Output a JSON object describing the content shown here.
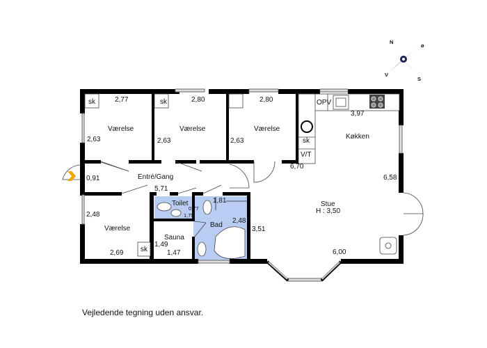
{
  "floorplan": {
    "rooms": [
      {
        "id": "vaerelse1",
        "name": "Værelse",
        "width": "2,77",
        "depth": "2,63",
        "closet": "sk"
      },
      {
        "id": "vaerelse2",
        "name": "Værelse",
        "width": "2,80",
        "depth": "2,63",
        "closet": "sk"
      },
      {
        "id": "vaerelse3",
        "name": "Værelse",
        "width": "2,80",
        "depth": "2,63"
      },
      {
        "id": "kokken",
        "name": "Køkken",
        "width": "3,97",
        "labels": [
          "OPV",
          "sk",
          "V/T"
        ]
      },
      {
        "id": "entre",
        "name": "Entré/Gang",
        "width": "5,71",
        "depth": "0,91"
      },
      {
        "id": "vaerelse4",
        "name": "Værelse",
        "width": "2,69",
        "depth": "2,48",
        "closet": "sk"
      },
      {
        "id": "toilet",
        "name": "Toilet",
        "width": "0,77",
        "depth": "1,79"
      },
      {
        "id": "sauna",
        "name": "Sauna",
        "width": "1,47",
        "depth": "1,49"
      },
      {
        "id": "bad",
        "name": "Bad",
        "width": "1,81",
        "depth": "2,48"
      },
      {
        "id": "stue",
        "name": "Stue",
        "height_label": "H : 3,50",
        "width": "6,00",
        "depth": "3,51"
      }
    ],
    "dimensions": {
      "kitchen_living_width": "6,70",
      "kitchen_living_depth": "6,58"
    },
    "compass": {
      "n": "N",
      "o": "ø",
      "s": "S",
      "v": "V"
    },
    "caption": "Vejledende tegning uden ansvar.",
    "colors": {
      "wet_room": "#b9cdf3",
      "wall": "#000000",
      "entry_arrow": "#f0a500"
    }
  }
}
